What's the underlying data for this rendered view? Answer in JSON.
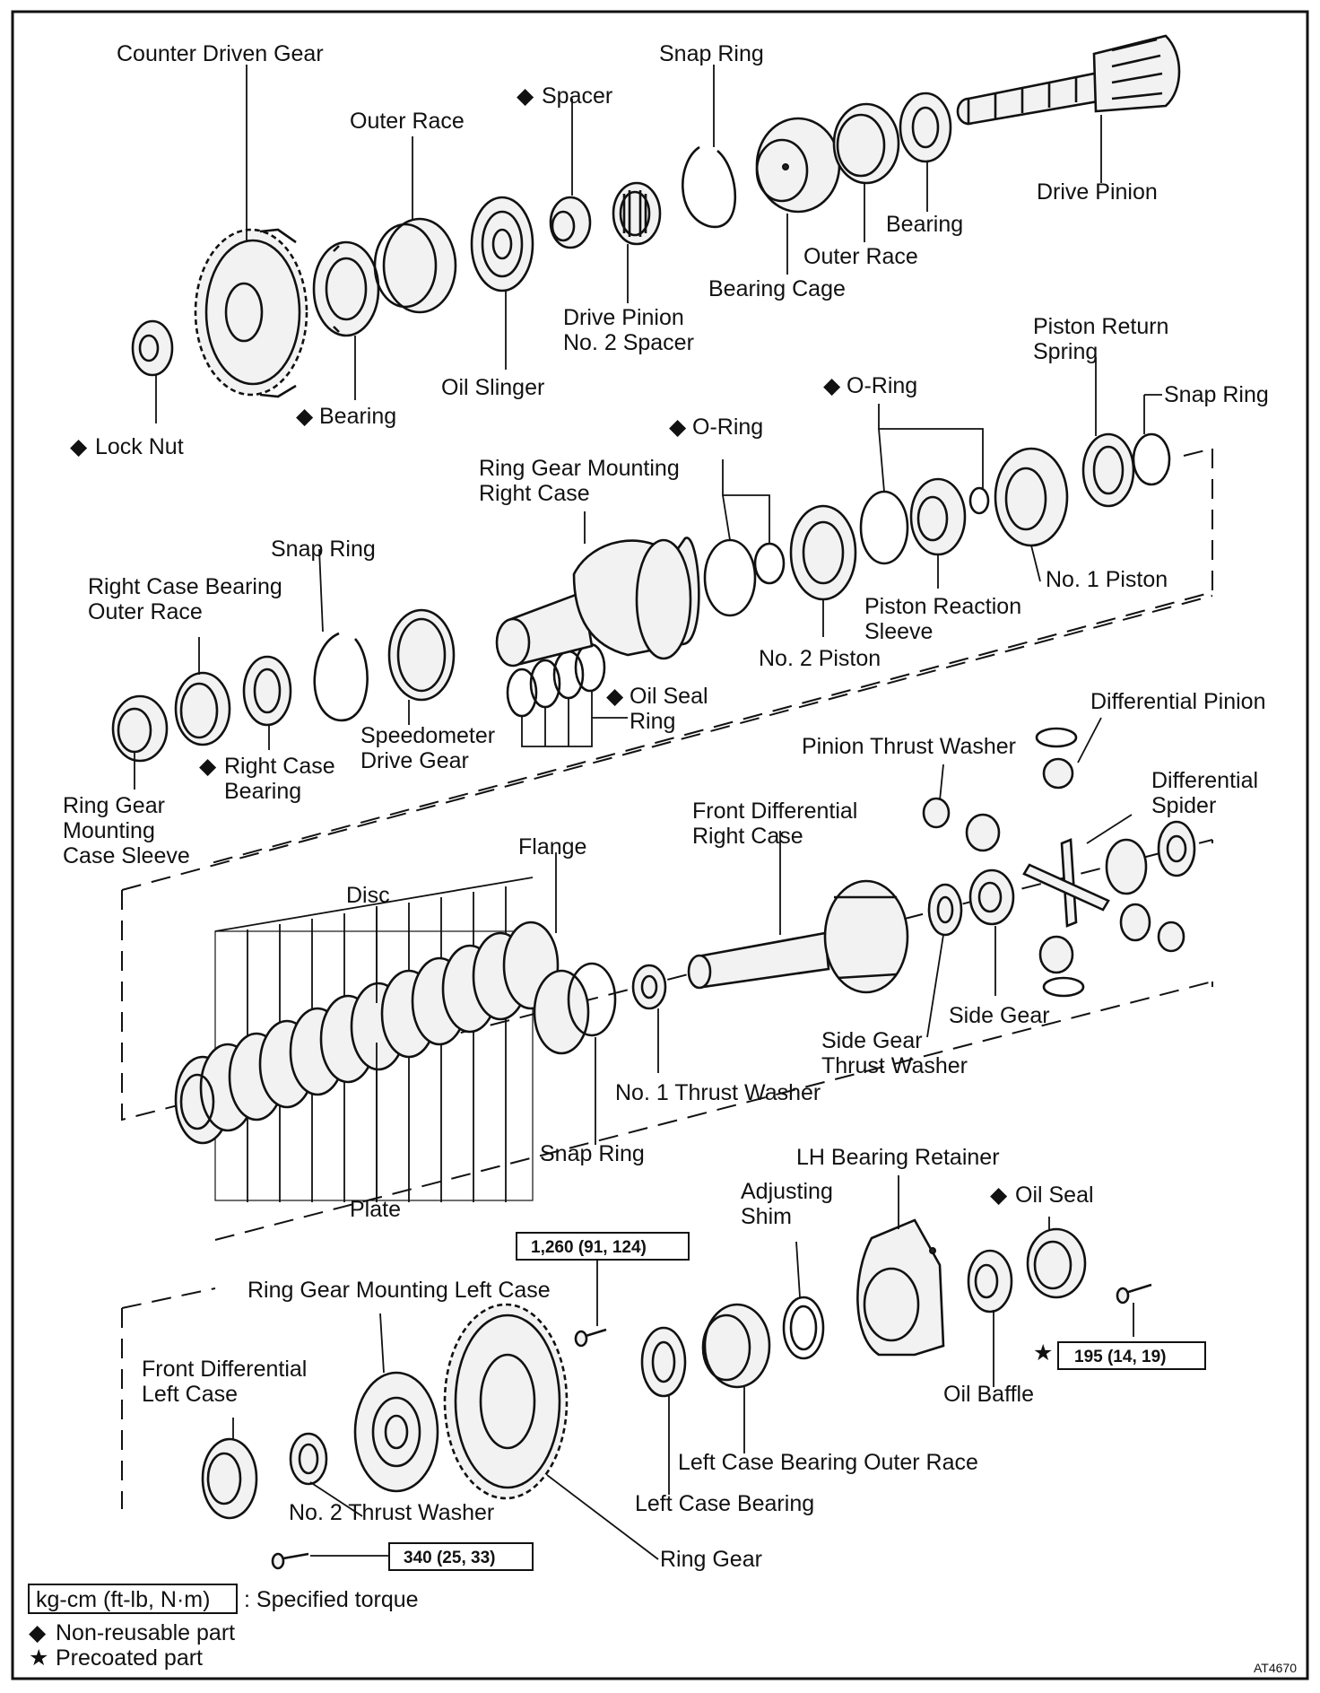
{
  "diagram_id": "AT4670",
  "labels": {
    "counter_driven_gear": "Counter Driven Gear",
    "outer_race_1": "Outer Race",
    "spacer": "Spacer",
    "snap_ring_1": "Snap Ring",
    "drive_pinion": "Drive Pinion",
    "bearing_1": "Bearing",
    "outer_race_2": "Outer Race",
    "bearing_cage": "Bearing Cage",
    "drive_pinion_spacer_1": "Drive Pinion",
    "drive_pinion_spacer_2": "No. 2 Spacer",
    "oil_slinger": "Oil Slinger",
    "bearing_2": "Bearing",
    "lock_nut": "Lock Nut",
    "piston_return_spring_1": "Piston Return",
    "piston_return_spring_2": "Spring",
    "o_ring_1": "O-Ring",
    "snap_ring_2": "Snap Ring",
    "o_ring_2": "O-Ring",
    "ring_gear_mounting_right_case_1": "Ring Gear Mounting",
    "ring_gear_mounting_right_case_2": "Right Case",
    "snap_ring_3": "Snap Ring",
    "no1_piston": "No. 1 Piston",
    "right_case_bearing_outer_race_1": "Right Case Bearing",
    "right_case_bearing_outer_race_2": "Outer Race",
    "piston_reaction_sleeve_1": "Piston Reaction",
    "piston_reaction_sleeve_2": "Sleeve",
    "no2_piston": "No. 2 Piston",
    "oil_seal_ring_1": "Oil Seal",
    "oil_seal_ring_2": "Ring",
    "speedometer_drive_gear_1": "Speedometer",
    "speedometer_drive_gear_2": "Drive Gear",
    "right_case_bearing_1": "Right Case",
    "right_case_bearing_2": "Bearing",
    "ring_gear_mounting_case_sleeve_1": "Ring Gear",
    "ring_gear_mounting_case_sleeve_2": "Mounting",
    "ring_gear_mounting_case_sleeve_3": "Case Sleeve",
    "differential_pinion": "Differential Pinion",
    "pinion_thrust_washer": "Pinion Thrust Washer",
    "differential_spider_1": "Differential",
    "differential_spider_2": "Spider",
    "front_differential_right_case_1": "Front Differential",
    "front_differential_right_case_2": "Right Case",
    "flange": "Flange",
    "disc": "Disc",
    "side_gear": "Side Gear",
    "side_gear_thrust_washer_1": "Side Gear",
    "side_gear_thrust_washer_2": "Thrust Washer",
    "no1_thrust_washer": "No. 1 Thrust Washer",
    "snap_ring_4": "Snap Ring",
    "plate": "Plate",
    "lh_bearing_retainer": "LH Bearing Retainer",
    "adjusting_shim_1": "Adjusting",
    "adjusting_shim_2": "Shim",
    "oil_seal": "Oil Seal",
    "ring_gear_mounting_left_case": "Ring Gear Mounting Left Case",
    "front_differential_left_case_1": "Front Differential",
    "front_differential_left_case_2": "Left Case",
    "oil_baffle": "Oil Baffle",
    "left_case_bearing_outer_race": "Left Case Bearing Outer Race",
    "no2_thrust_washer": "No. 2 Thrust Washer",
    "left_case_bearing": "Left Case Bearing",
    "ring_gear": "Ring Gear"
  },
  "torque_specs": {
    "ring_gear_bolt": "1,260 (91, 124)",
    "retainer_bolt": "195 (14, 19)",
    "left_case_bolt": "340 (25, 33)"
  },
  "symbols": {
    "non_reusable": "◆",
    "precoated": "★"
  },
  "legend": {
    "torque_unit": "kg-cm (ft-lb, N·m)",
    "torque_text": ": Specified torque",
    "non_reusable": "Non-reusable part",
    "precoated": "Precoated part"
  }
}
